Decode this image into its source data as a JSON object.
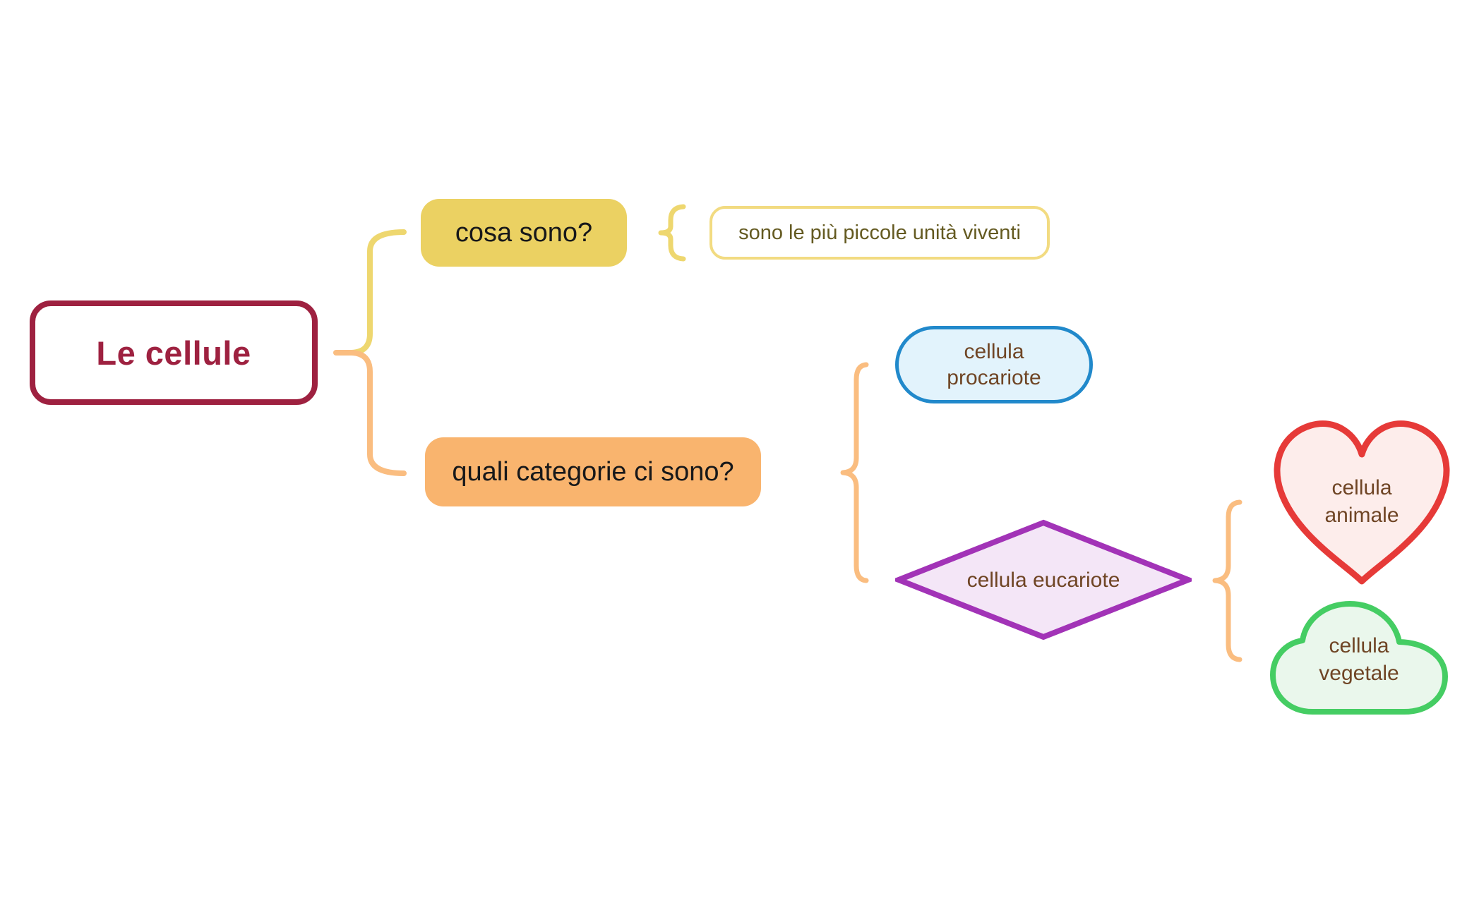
{
  "colors": {
    "canvas_bg": "#ffffff",
    "root_accent": "#9e2140",
    "branch_yellow": "#ebd162",
    "branch_yellow_line": "#eed76f",
    "detail_border": "#f2db81",
    "detail_text": "#645a21",
    "branch_orange": "#f9b46e",
    "orange_line": "#fabd80",
    "question_text": "#17181a",
    "node_text": "#6f4525",
    "blue_border": "#2189cb",
    "blue_fill": "#e2f3fc",
    "purple_border": "#a233b7",
    "purple_fill": "#f4e6f7",
    "red_border": "#e63a38",
    "red_fill": "#fdedeb",
    "green_border": "#45cd63",
    "green_fill": "#eaf7ec"
  },
  "mindmap": {
    "root": {
      "label": "Le cellule"
    },
    "branches": [
      {
        "question": "cosa sono?",
        "answer": "sono le più piccole unità viventi"
      },
      {
        "question": "quali categorie ci sono?",
        "children": [
          {
            "shape": "stadium",
            "line1": "cellula",
            "line2": "procariote"
          },
          {
            "shape": "diamond",
            "label": "cellula eucariote",
            "children": [
              {
                "shape": "heart",
                "line1": "cellula",
                "line2": "animale"
              },
              {
                "shape": "cloud",
                "line1": "cellula",
                "line2": "vegetale"
              }
            ]
          }
        ]
      }
    ]
  }
}
